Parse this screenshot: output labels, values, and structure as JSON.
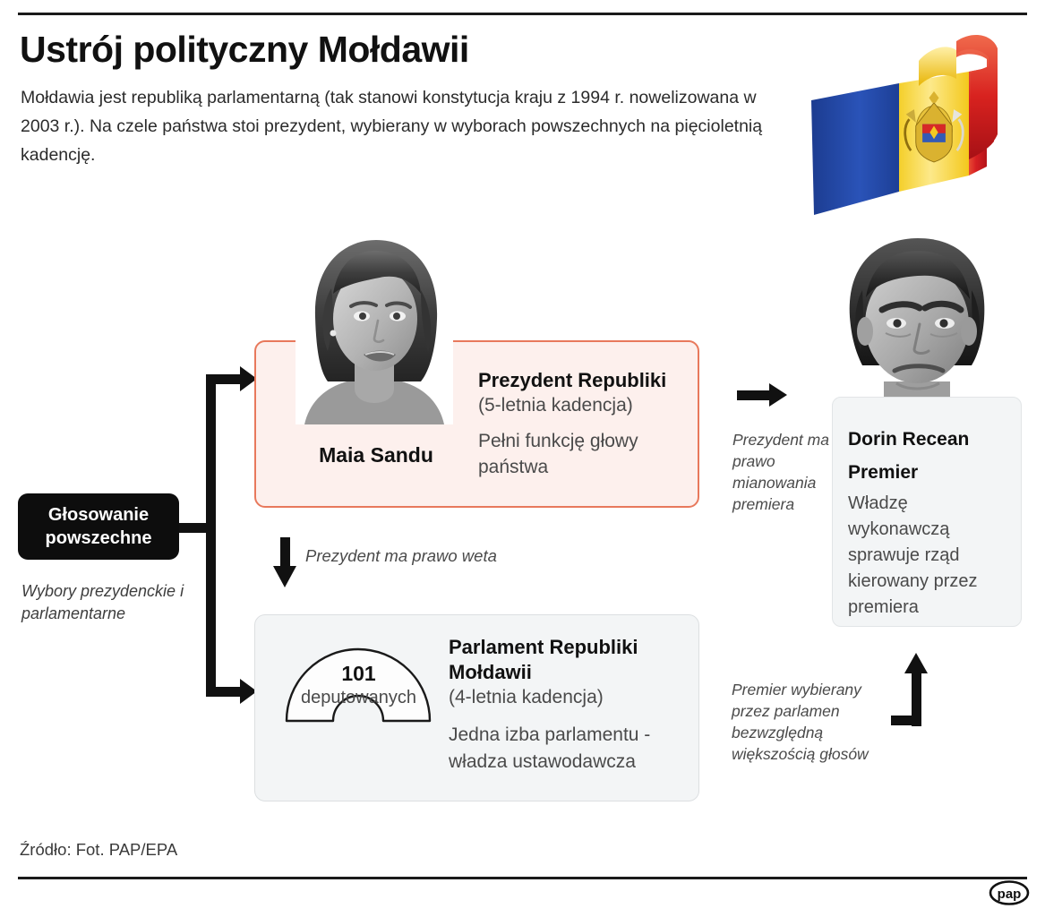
{
  "header": {
    "title": "Ustrój polityczny Mołdawii",
    "subtitle": "Mołdawia jest republiką parlamentarną (tak stanowi konstytucja kraju z 1994 r. nowelizowana w 2003 r.). Na czele państwa stoi prezydent, wybierany w wyborach powszechnych na pięcioletnią kadencję."
  },
  "flag": {
    "name": "moldova-flag",
    "stripes": [
      "#20419a",
      "#f5d600",
      "#d4222a"
    ],
    "emblem_color": "#b8860b"
  },
  "voting": {
    "label": "Głosowanie\npowszechne",
    "label_line1": "Głosowanie",
    "label_line2": "powszechne",
    "note": "Wybory prezydenckie i parlamentarne",
    "background": "#0d0d0d"
  },
  "president": {
    "photo_caption": "Maia Sandu",
    "title": "Prezydent Republiki",
    "term": "(5-letnia kadencja)",
    "description": "Pełni funkcję głowy państwa",
    "border_color": "#e8795c",
    "background": "#fdf0ed"
  },
  "parliament": {
    "seats": "101",
    "seats_label": "deputowanych",
    "title": "Parlament Republiki Mołdawii",
    "term": "(4-letnia kadencja)",
    "description": "Jedna izba parlamentu - władza ustawodawcza",
    "background": "#f3f5f6",
    "border_color": "#dcdfe1"
  },
  "premier": {
    "name": "Dorin Recean",
    "role": "Premier",
    "description": "Władzę wykonawczą sprawuje rząd kierowany przez premiera",
    "background": "#f3f5f6"
  },
  "annotations": {
    "veto": "Prezydent ma prawo weta",
    "appoint_pm": "Prezydent ma prawo mianowania premiera",
    "pm_elected": "Premier wybierany przez parlamen bezwzględną większością głosów"
  },
  "footer": {
    "source": "Źródło: Fot. PAP/EPA",
    "logo_text": "pap"
  }
}
